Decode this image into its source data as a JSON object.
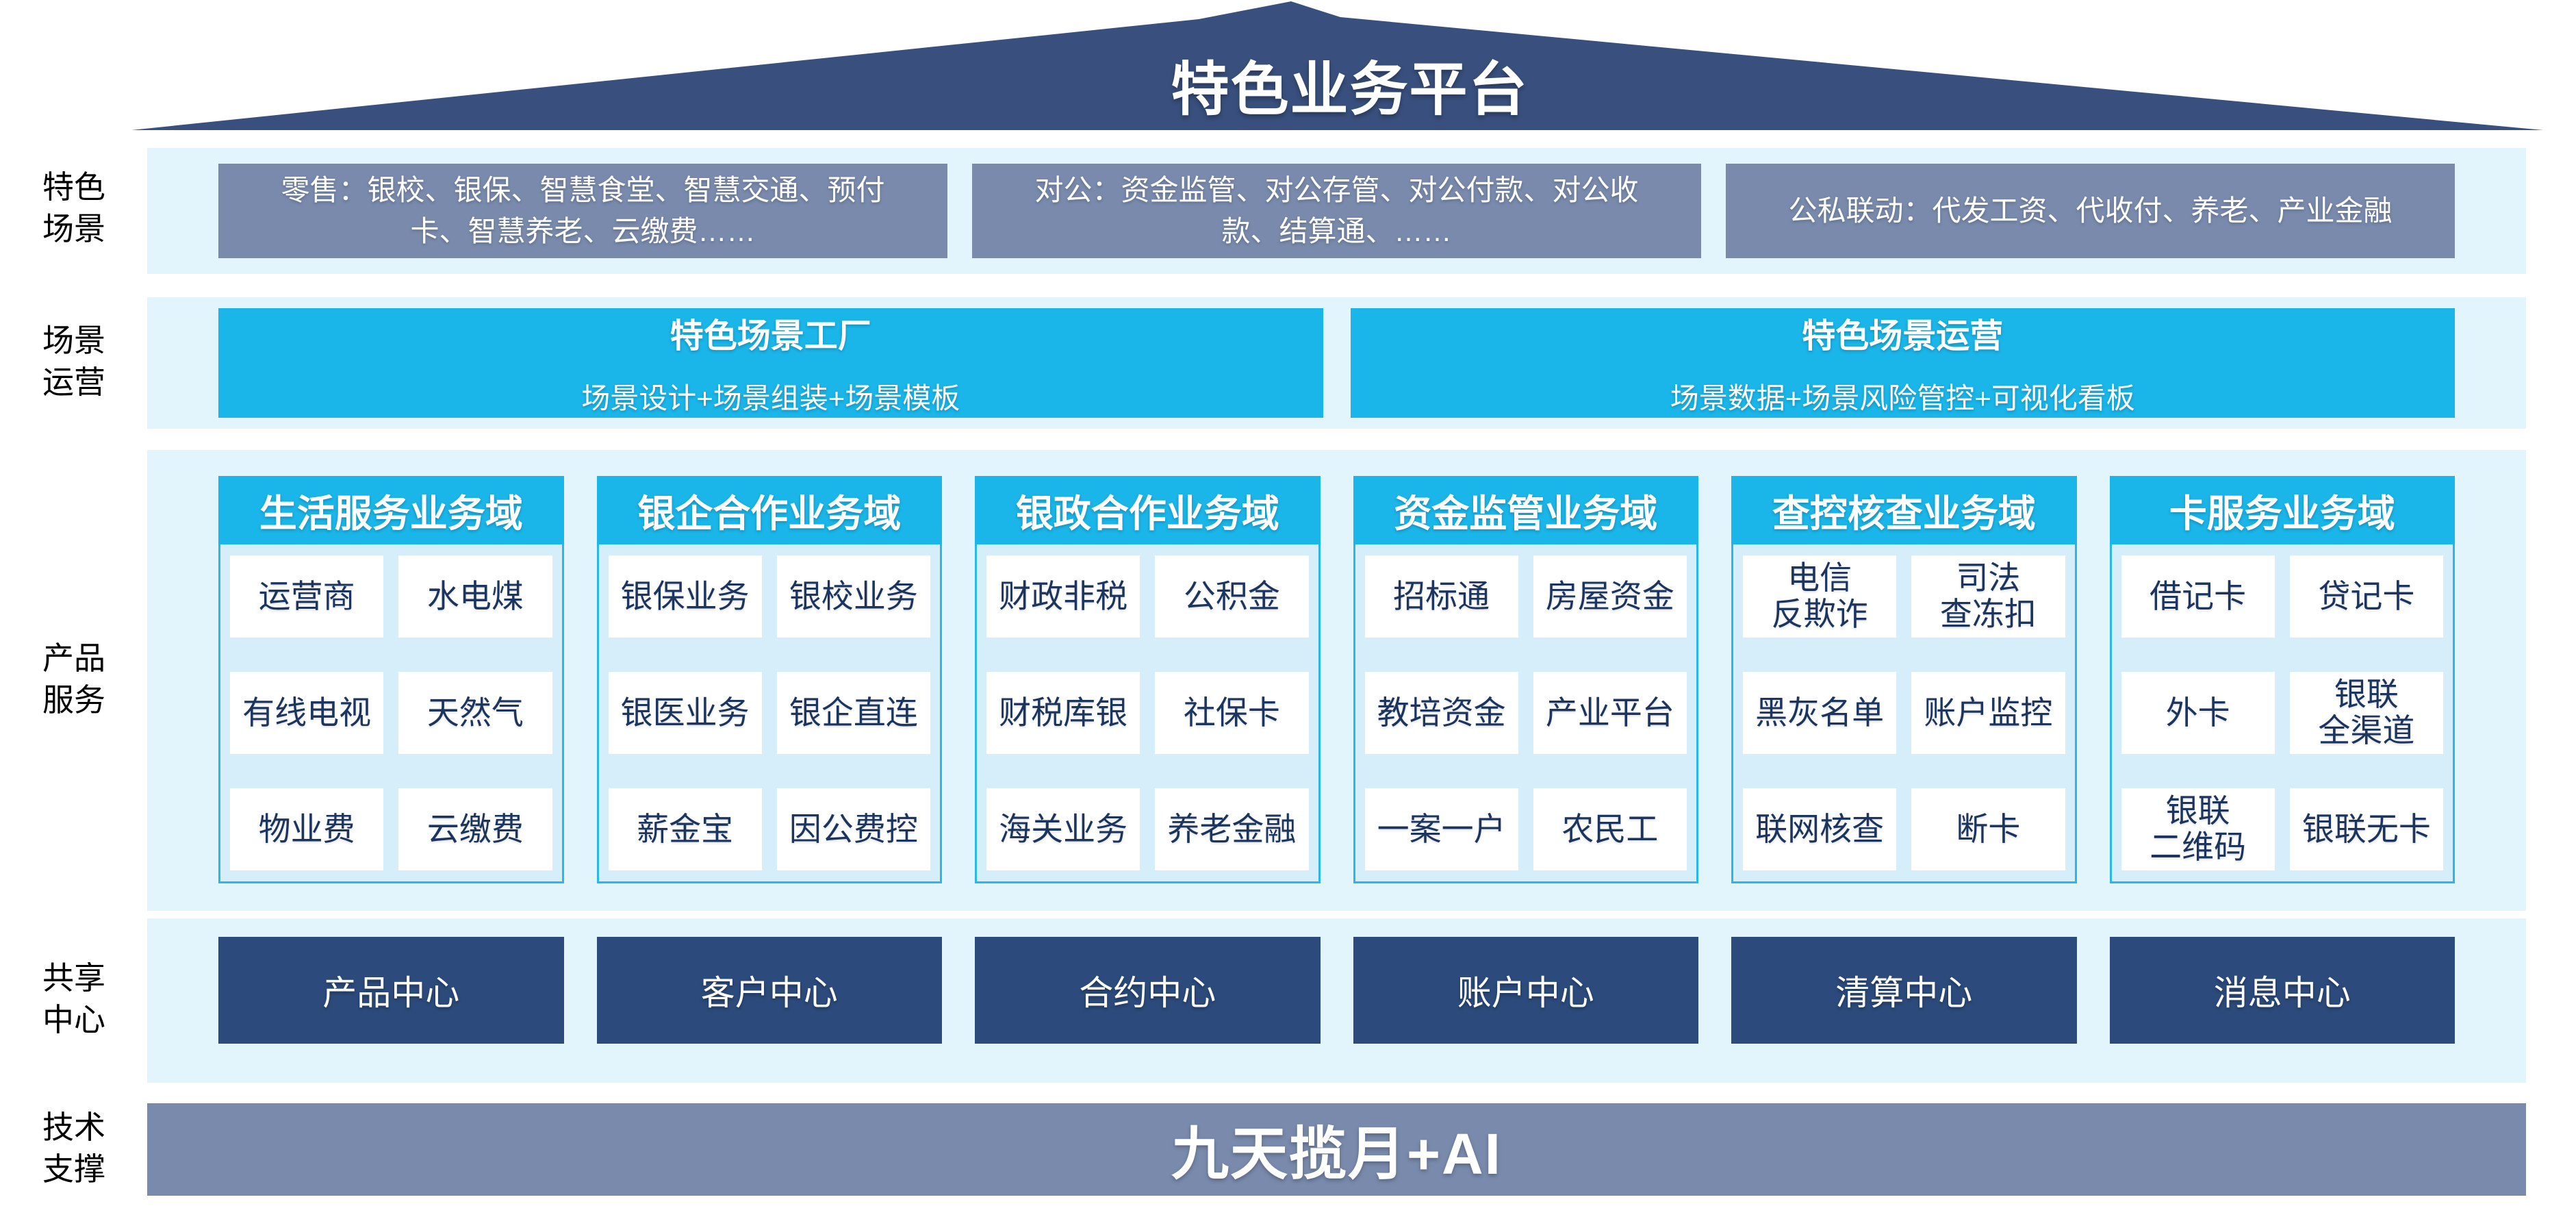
{
  "platform": {
    "title": "特色业务平台"
  },
  "colors": {
    "roof_navy": "#39507E",
    "gray_blue": "#798AAC",
    "cyan": "#1AB5E9",
    "band_light": "#E3F5FC",
    "domain_body": "#D5EEF9",
    "domain_border": "#29B7E8",
    "cell_text": "#1C355F",
    "center_navy": "#2C4B7C"
  },
  "rows": {
    "scenes": {
      "label": "特色\n场景",
      "boxes": [
        "零售：银校、银保、智慧食堂、智慧交通、预付卡、智慧养老、云缴费……",
        "对公：资金监管、对公存管、对公付款、对公收款、结算通、……",
        "公私联动：代发工资、代收付、养老、产业金融"
      ]
    },
    "operation": {
      "label": "场景\n运营",
      "boxes": [
        {
          "title": "特色场景工厂",
          "subtitle": "场景设计+场景组装+场景模板"
        },
        {
          "title": "特色场景运营",
          "subtitle": "场景数据+场景风险管控+可视化看板"
        }
      ]
    },
    "products": {
      "label": "产品\n服务",
      "domains": [
        {
          "title": "生活服务业务域",
          "cells": [
            "运营商",
            "水电煤",
            "有线电视",
            "天然气",
            "物业费",
            "云缴费"
          ]
        },
        {
          "title": "银企合作业务域",
          "cells": [
            "银保业务",
            "银校业务",
            "银医业务",
            "银企直连",
            "薪金宝",
            "因公费控"
          ]
        },
        {
          "title": "银政合作业务域",
          "cells": [
            "财政非税",
            "公积金",
            "财税库银",
            "社保卡",
            "海关业务",
            "养老金融"
          ]
        },
        {
          "title": "资金监管业务域",
          "cells": [
            "招标通",
            "房屋资金",
            "教培资金",
            "产业平台",
            "一案一户",
            "农民工"
          ]
        },
        {
          "title": "查控核查业务域",
          "cells": [
            "电信\n反欺诈",
            "司法\n查冻扣",
            "黑灰名单",
            "账户监控",
            "联网核查",
            "断卡"
          ]
        },
        {
          "title": "卡服务业务域",
          "cells": [
            "借记卡",
            "贷记卡",
            "外卡",
            "银联\n全渠道",
            "银联\n二维码",
            "银联无卡"
          ]
        }
      ]
    },
    "shared": {
      "label": "共享\n中心",
      "centers": [
        "产品中心",
        "客户中心",
        "合约中心",
        "账户中心",
        "清算中心",
        "消息中心"
      ]
    },
    "tech": {
      "label": "技术\n支撑",
      "bar": "九天揽月+AI"
    }
  }
}
